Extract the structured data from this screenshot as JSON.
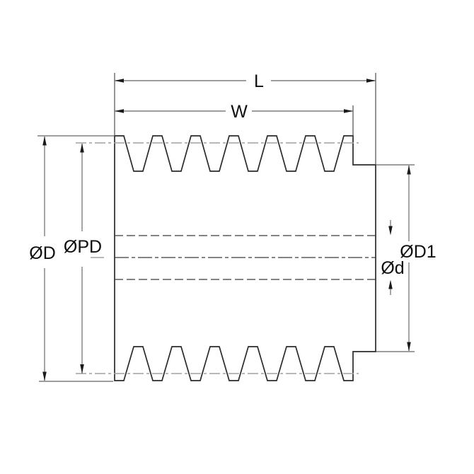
{
  "drawing": {
    "type": "technical-drawing",
    "subject": "poly-v pulley cross-section with dimension callouts",
    "groove_count": 6,
    "labels": {
      "overall_length": "L",
      "groove_width": "W",
      "outer_diameter": "ØD",
      "pitch_diameter": "ØPD",
      "hub_diameter": "ØD1",
      "bore_diameter": "Ød"
    },
    "colors": {
      "background": "#ffffff",
      "outline": "#2b2b2b",
      "extension_line": "#3c3c3c",
      "dimension_line": "#7f7f7f",
      "pitch_line": "#a0a0a0",
      "hidden_line": "#3a3a3a",
      "arrow": "#1a1a1a",
      "text": "#0f0f0f"
    }
  }
}
